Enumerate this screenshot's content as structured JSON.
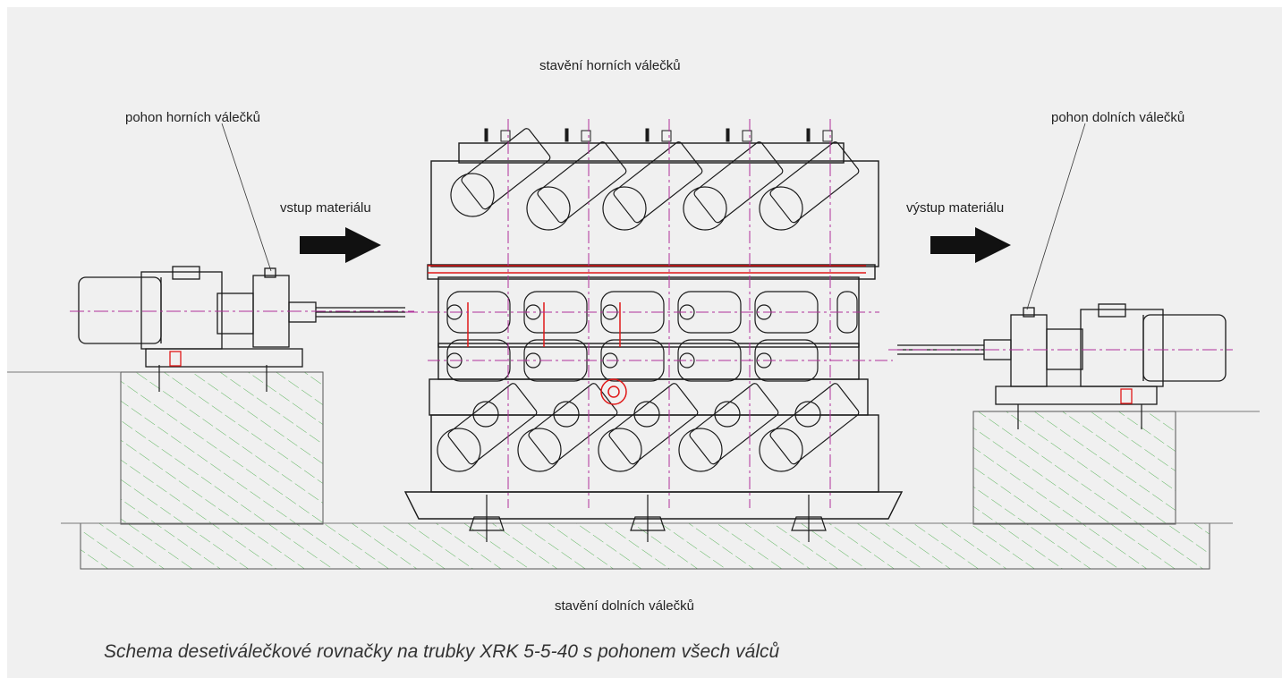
{
  "labels": {
    "top_adjust": "stavění horních válečků",
    "upper_drive": "pohon horních válečků",
    "lower_drive": "pohon dolních válečků",
    "input": "vstup materiálu",
    "output": "výstup materiálu",
    "bottom_adjust": "stavění dolních válečků"
  },
  "caption": "Schema desetiválečkové rovnačky na trubky XRK 5-5-40 s pohonem všech válců",
  "colors": {
    "background": "#f0f0f0",
    "line": "#1a1a1a",
    "centerline": "#b0309a",
    "highlight": "#e01818",
    "hatch": "#3aa63a",
    "arrow": "#111111"
  },
  "icons": {
    "arrow_in": "arrow-right-icon",
    "arrow_out": "arrow-right-icon"
  }
}
